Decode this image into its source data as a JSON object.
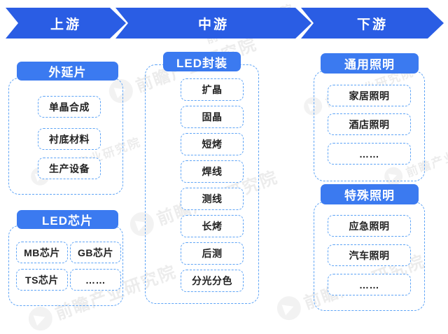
{
  "banner": {
    "segments": [
      {
        "label": "上游"
      },
      {
        "label": "中游"
      },
      {
        "label": "下游"
      }
    ]
  },
  "columns": [
    {
      "groups": [
        {
          "title": "外延片",
          "items": [
            "单晶合成",
            "衬底材料",
            "生产设备"
          ]
        },
        {
          "title": "LED芯片",
          "items": [
            "MB芯片",
            "GB芯片",
            "TS芯片",
            "……"
          ]
        }
      ]
    },
    {
      "groups": [
        {
          "title": "LED封装",
          "items": [
            "扩晶",
            "固晶",
            "短烤",
            "焊线",
            "测线",
            "长烤",
            "后测",
            "分光分色"
          ]
        }
      ]
    },
    {
      "groups": [
        {
          "title": "通用照明",
          "items": [
            "家居照明",
            "酒店照明",
            "……"
          ]
        },
        {
          "title": "特殊照明",
          "items": [
            "应急照明",
            "汽车照明",
            "……"
          ]
        }
      ]
    }
  ],
  "watermark": {
    "text": "前瞻产业研究院"
  },
  "colors": {
    "banner_blue": "#2A5DE4",
    "header_blue": "#3B7AF0",
    "dash_blue": "#5EA4F6",
    "node_text": "#222222"
  }
}
